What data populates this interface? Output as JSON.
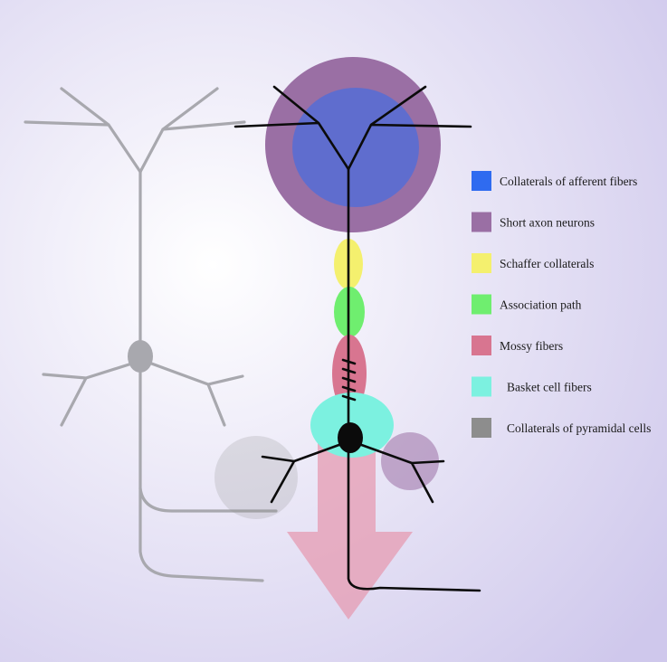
{
  "colors": {
    "background_center": "#ffffff",
    "background_edge": "#cfc8ec",
    "afferent": "#2f6bf0",
    "short_axon": "#9a6fa4",
    "schaffer": "#f4f06e",
    "association": "#6fee6f",
    "mossy": "#d87590",
    "basket": "#7cf1e0",
    "pyramidal_collateral": "#8d8d8d",
    "neuron_active": "#0b0b0b",
    "neuron_faded": "#a8a8ae",
    "arrow": "#e59bb2"
  },
  "legend": [
    {
      "label": "Collaterals of afferent fibers",
      "color_key": "afferent"
    },
    {
      "label": "Short axon neurons",
      "color_key": "short_axon"
    },
    {
      "label": "Schaffer collaterals",
      "color_key": "schaffer"
    },
    {
      "label": "Association path",
      "color_key": "association"
    },
    {
      "label": "Mossy fibers",
      "color_key": "mossy"
    },
    {
      "label": "Basket cell fibers",
      "color_key": "basket"
    },
    {
      "label": "Collaterals of pyramidal cells",
      "color_key": "pyramidal_collateral"
    }
  ]
}
